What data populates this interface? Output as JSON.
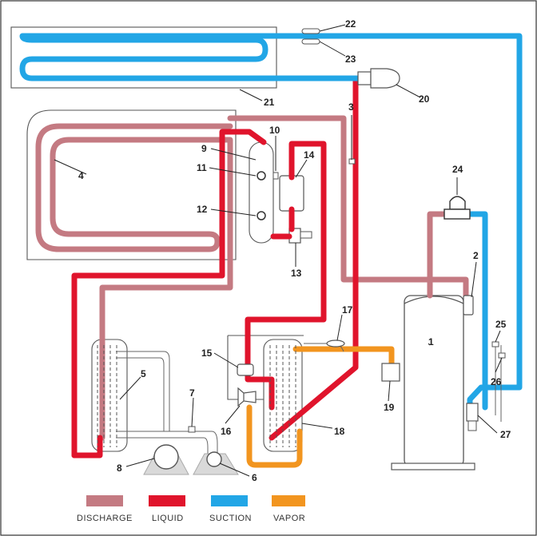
{
  "colors": {
    "discharge": "#c47a82",
    "liquid": "#e0142c",
    "suction": "#22a6e6",
    "vapor": "#f2951f",
    "outline": "#555555",
    "border": "#333333"
  },
  "labels": {
    "n1": "1",
    "n2": "2",
    "n3": "3",
    "n4": "4",
    "n5": "5",
    "n6": "6",
    "n7": "7",
    "n8": "8",
    "n9": "9",
    "n10": "10",
    "n11": "11",
    "n12": "12",
    "n13": "13",
    "n14": "14",
    "n15": "15",
    "n16": "16",
    "n17": "17",
    "n18": "18",
    "n19": "19",
    "n20": "20",
    "n21": "21",
    "n22": "22",
    "n23": "23",
    "n24": "24",
    "n25": "25",
    "n26": "26",
    "n27": "27"
  },
  "legend": [
    {
      "name": "DISCHARGE",
      "color": "#c47a82"
    },
    {
      "name": "LIQUID",
      "color": "#e0142c"
    },
    {
      "name": "SUCTION",
      "color": "#22a6e6"
    },
    {
      "name": "VAPOR",
      "color": "#f2951f"
    }
  ]
}
